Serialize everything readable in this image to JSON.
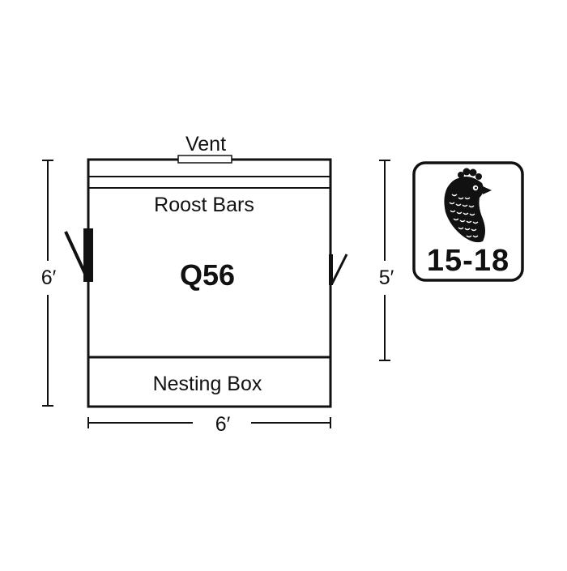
{
  "diagram": {
    "vent_label": "Vent",
    "roost_label": "Roost Bars",
    "model_label": "Q56",
    "nesting_label": "Nesting Box",
    "left_height_label": "6′",
    "right_height_label": "5′",
    "width_label": "6′"
  },
  "badge": {
    "capacity_label": "15-18",
    "icon": "chicken-icon"
  },
  "colors": {
    "stroke": "#111111",
    "background": "#ffffff"
  }
}
